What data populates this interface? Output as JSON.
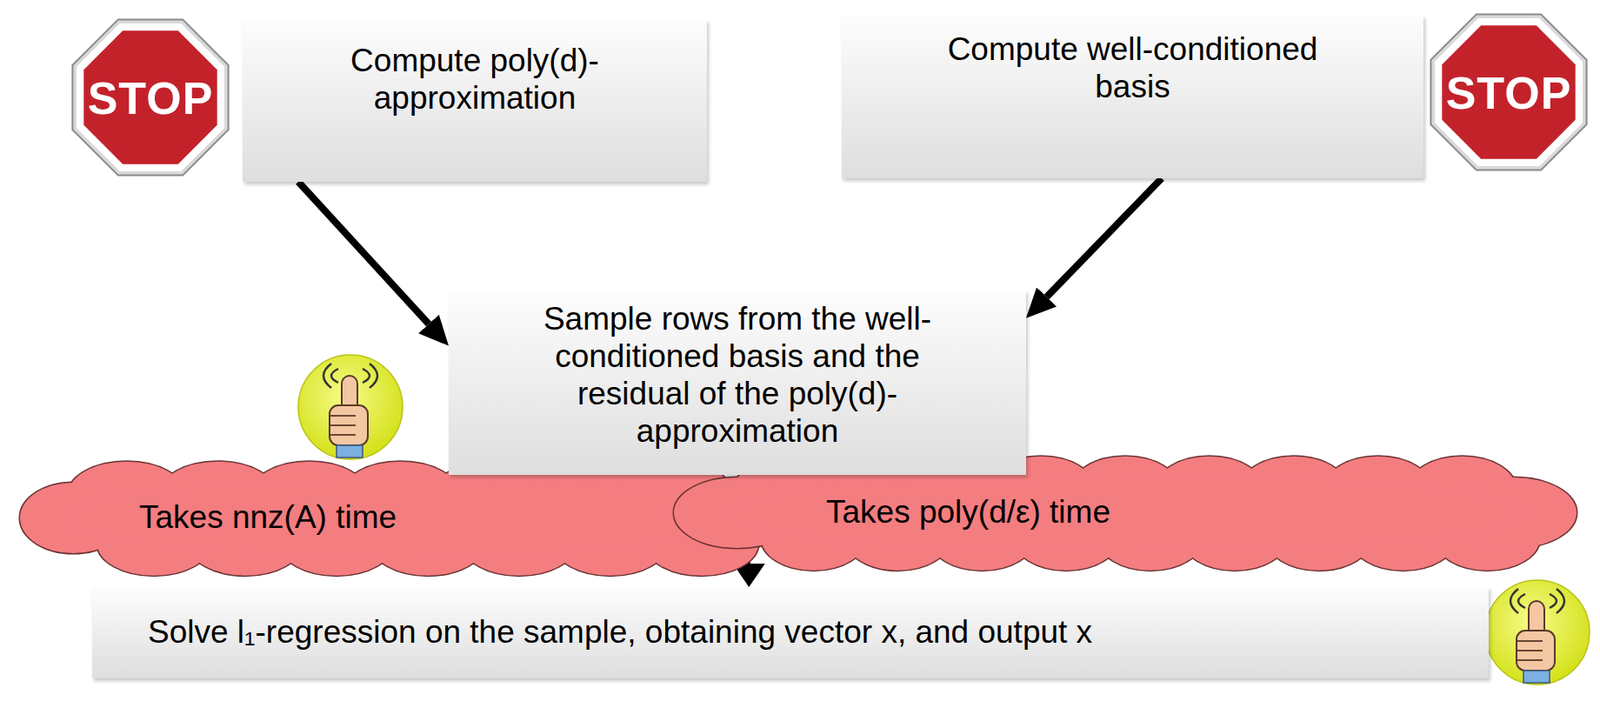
{
  "diagram": {
    "nodes": [
      {
        "text": [
          "Compute poly(d)-approximation"
        ]
      },
      {
        "text": [
          "Compute well-conditioned basis"
        ]
      },
      {
        "text": [
          "Sample rows from the well-conditioned basis and the residual of the poly(d)-approximation"
        ]
      },
      {
        "text": [
          "Takes nnz(A) time"
        ]
      },
      {
        "text": [
          "Takes poly(d/ε) time"
        ]
      },
      {
        "text": [
          "Solve l₁-regression on the sample, obtaining vector x, and output x"
        ]
      }
    ],
    "edges": [
      {
        "from": 0,
        "to": 2,
        "arrow": "to"
      },
      {
        "from": 1,
        "to": 2,
        "arrow": "to"
      },
      {
        "from": 2,
        "to": 5,
        "arrow": "to"
      }
    ],
    "labels": [
      "STOP",
      "STOP"
    ]
  }
}
